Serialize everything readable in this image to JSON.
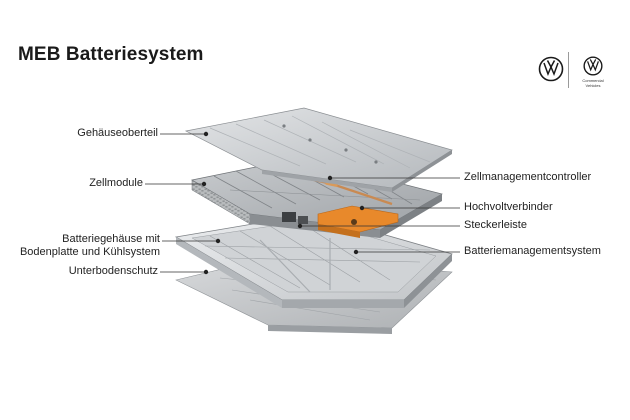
{
  "title": "MEB Batteriesystem",
  "logos": {
    "primary": "vw-logo-icon",
    "secondary": "vw-commercial-logo-icon",
    "secondary_caption": "Commercial Vehicles"
  },
  "labels": {
    "left": {
      "housing_top": "Gehäuseoberteil",
      "cell_modules": "Zellmodule",
      "battery_housing_line1": "Batteriegehäuse mit",
      "battery_housing_line2": "Bodenplatte und Kühlsystem",
      "underbody": "Unterbodenschutz"
    },
    "right": {
      "cell_mgmt": "Zellmanagementcontroller",
      "hv_connector": "Hochvoltverbinder",
      "connector_strip": "Steckerleiste",
      "bms": "Batteriemanagementsystem"
    }
  },
  "colors": {
    "metal_light": "#d6d8da",
    "metal_mid": "#b9bcc0",
    "metal_dark": "#8e9296",
    "orange": "#e8892b",
    "copper": "#c98a52",
    "line": "#333333"
  }
}
